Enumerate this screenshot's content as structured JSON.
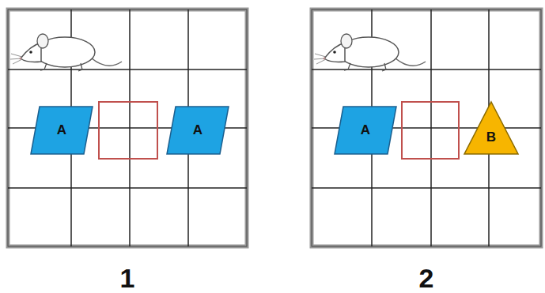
{
  "diagram": {
    "nodes": [
      {
        "text": [
          "A"
        ]
      },
      {
        "text": [
          "A"
        ]
      },
      {
        "text": [
          "A"
        ]
      },
      {
        "text": [
          "B"
        ]
      }
    ],
    "labels": [
      "1",
      "2"
    ]
  }
}
